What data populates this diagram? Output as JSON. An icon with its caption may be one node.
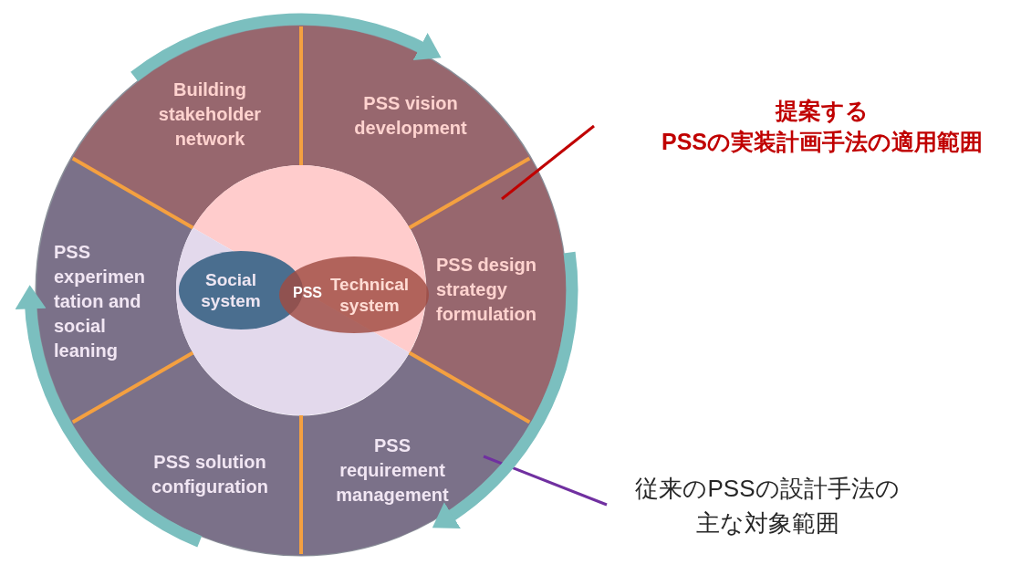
{
  "diagram": {
    "nodes": [
      {
        "text": [
          "Building stakeholder network"
        ]
      },
      {
        "text": [
          "PSS vision development"
        ]
      },
      {
        "text": [
          "PSS design strategy formulation"
        ]
      },
      {
        "text": [
          "PSS requirement management"
        ]
      },
      {
        "text": [
          "PSS solution configuration"
        ]
      },
      {
        "text": [
          "PSS experimen tation and social leaning"
        ]
      },
      {
        "text": [
          "Social system"
        ]
      },
      {
        "text": [
          "Technical system"
        ]
      },
      {
        "text": [
          "提案する PSSの実装計画手法の適用範囲"
        ]
      },
      {
        "text": [
          "従来のPSSの設計手法の主な対象範囲"
        ]
      }
    ],
    "edges": [
      {
        "from": 8,
        "to": 2,
        "arrow": "none",
        "color": "#c00000"
      },
      {
        "from": 9,
        "to": 3,
        "arrow": "none",
        "color": "#7030a0"
      },
      {
        "from": 0,
        "to": 1,
        "arrow": "to",
        "color": "#7bbfbf"
      },
      {
        "from": 2,
        "to": 3,
        "arrow": "to",
        "color": "#7bbfbf"
      },
      {
        "from": 4,
        "to": 5,
        "arrow": "to",
        "color": "#7bbfbf"
      }
    ],
    "labels": [
      "PSS"
    ]
  }
}
